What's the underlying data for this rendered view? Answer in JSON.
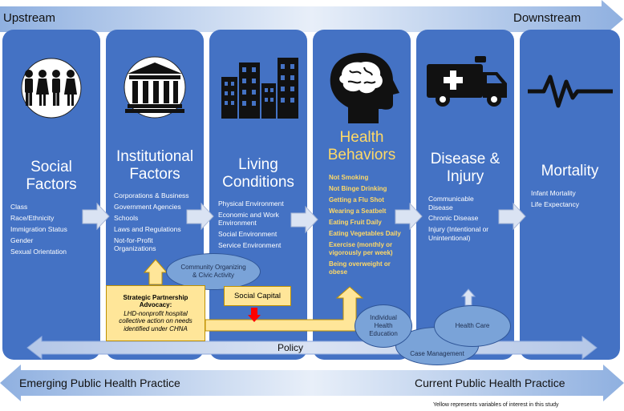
{
  "top_arrow": {
    "left_label": "Upstream",
    "right_label": "Downstream"
  },
  "columns": [
    {
      "title": "Social Factors",
      "items": [
        "Class",
        "Race/Ethnicity",
        "Immigration Status",
        "Gender",
        "Sexual Orientation"
      ],
      "icon": "people-icon"
    },
    {
      "title": "Institutional Factors",
      "items": [
        "Corporations & Business",
        "Government Agencies",
        "Schools",
        "Laws and Regulations",
        "Not-for-Profit Organizations"
      ],
      "icon": "institution-icon"
    },
    {
      "title": "Living Conditions",
      "items": [
        "Physical Environment",
        "Economic and Work Environment",
        "Social Environment",
        "Service Environment"
      ],
      "icon": "buildings-icon"
    },
    {
      "title": "Health Behaviors",
      "items": [
        "Not Smoking",
        "Not Binge Drinking",
        "Getting a Flu Shot",
        "Wearing a Seatbelt",
        "Eating Fruit Daily",
        "Eating Vegetables Daily",
        "Exercise (monthly or vigorously per week)",
        "Being overweight or obese"
      ],
      "icon": "brain-head-icon"
    },
    {
      "title": "Disease & Injury",
      "items": [
        "Communicable Disease",
        "Chronic Disease",
        "Injury (Intentional or Unintentional)"
      ],
      "icon": "ambulance-icon"
    },
    {
      "title": "Mortality",
      "items": [
        "Infant Mortality",
        "Life Expectancy"
      ],
      "icon": "heartbeat-icon"
    }
  ],
  "community_organizing": "Community Organizing & Civic Activity",
  "strategic_box": {
    "title": "Strategic Partnership Advocacy:",
    "body": "LHD-nonprofit hospital collective action on needs identified under CHNA"
  },
  "social_capital": "Social Capital",
  "policy_label": "Policy",
  "ellipses": {
    "individual": "Individual Health Education",
    "health_care": "Health Care",
    "case_management": "Case Management"
  },
  "bottom_arrow": {
    "left_label": "Emerging Public Health Practice",
    "right_label": "Current Public Health Practice"
  },
  "footnote": "Yellow represents variables of interest in this study",
  "colors": {
    "column": "#4472c4",
    "highlight_text": "#ffd966",
    "yellow_box": "#ffe699",
    "arrow_light": "#dae3f3"
  }
}
